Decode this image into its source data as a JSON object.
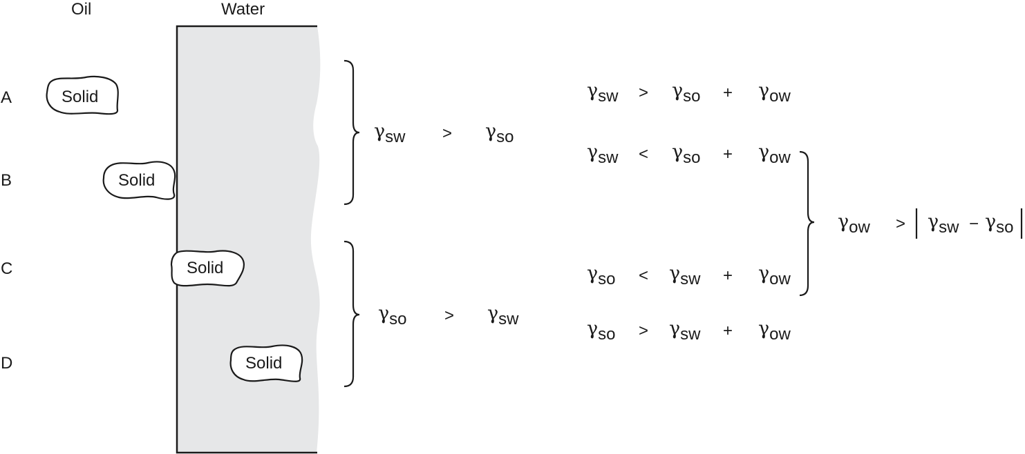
{
  "header": {
    "oil": "Oil",
    "water": "Water"
  },
  "rows": [
    {
      "letter": "A",
      "solid": "Solid"
    },
    {
      "letter": "B",
      "solid": "Solid"
    },
    {
      "letter": "C",
      "solid": "Solid"
    },
    {
      "letter": "D",
      "solid": "Solid"
    }
  ],
  "symbols": {
    "gamma": "γ",
    "gt": ">",
    "lt": "<",
    "plus": "+",
    "minus": "−"
  },
  "middle": {
    "upper": {
      "left": "sw",
      "op": ">",
      "right": "so"
    },
    "lower": {
      "left": "so",
      "op": ">",
      "right": "sw"
    }
  },
  "right": {
    "eq1": {
      "a": "sw",
      "op1": ">",
      "b": "so",
      "op2": "+",
      "c": "ow"
    },
    "eq2": {
      "a": "sw",
      "op1": "<",
      "b": "so",
      "op2": "+",
      "c": "ow"
    },
    "eq3": {
      "a": "so",
      "op1": "<",
      "b": "sw",
      "op2": "+",
      "c": "ow"
    },
    "eq4": {
      "a": "so",
      "op1": ">",
      "b": "sw",
      "op2": "+",
      "c": "ow"
    },
    "result": {
      "a": "ow",
      "op": ">",
      "b": "sw",
      "minus": "−",
      "c": "so"
    }
  },
  "colors": {
    "water": "#e6e7e8",
    "stroke": "#1a1a1a",
    "background": "#ffffff"
  }
}
